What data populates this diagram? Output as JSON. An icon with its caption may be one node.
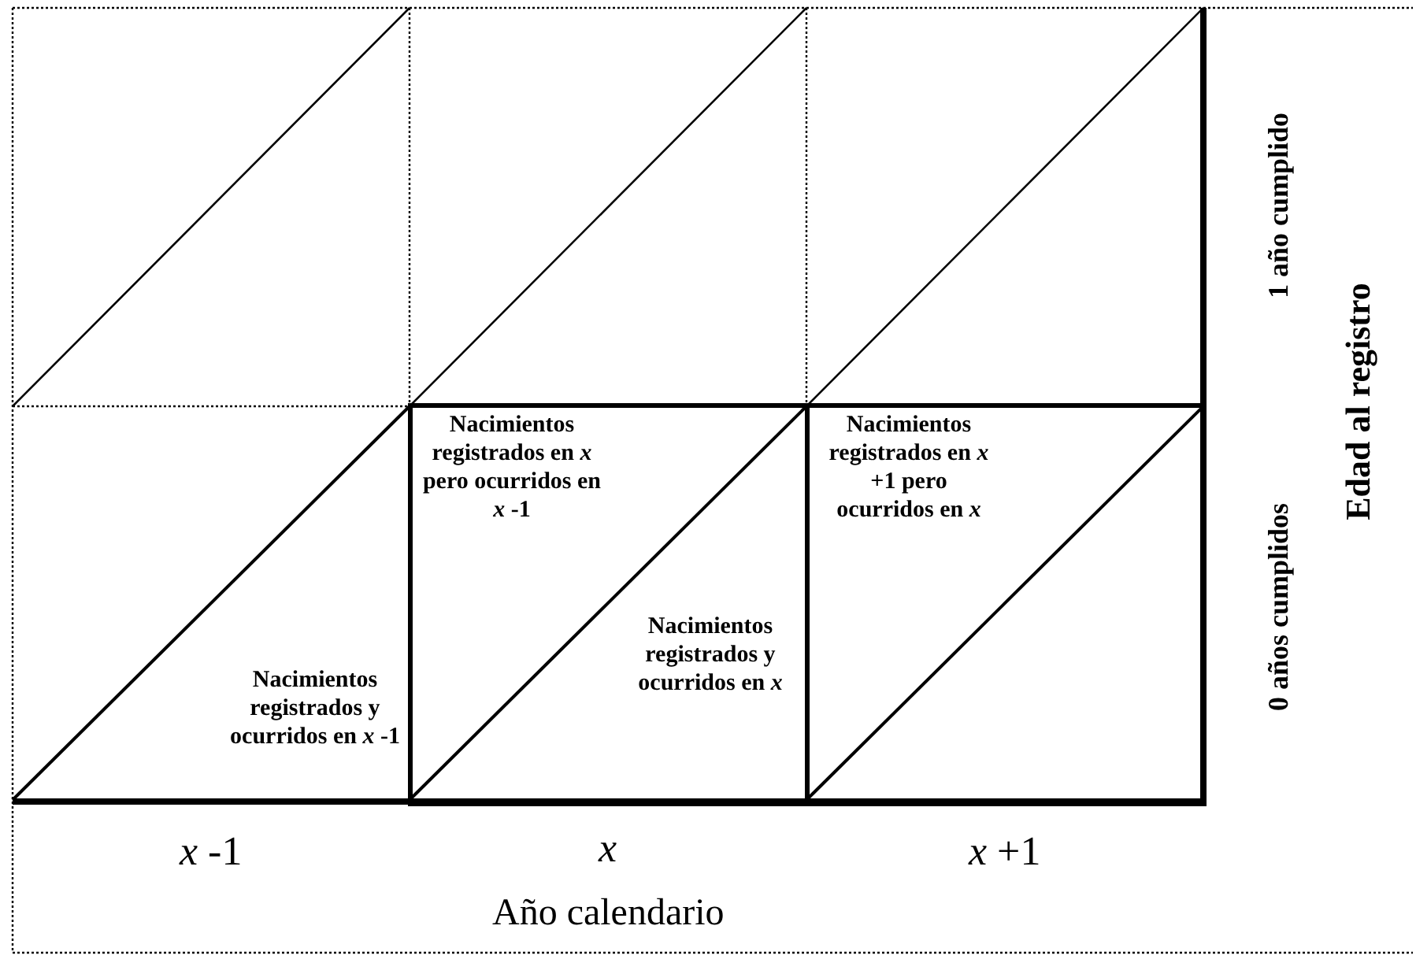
{
  "diagram": {
    "nodes": [
      {
        "text": [
          "Nacimientos registrados en *x* pero ocurridos en *x* -1",
          "Nacimientos registrados y ocurridos en *x*"
        ]
      },
      {
        "text": [
          "Nacimientos registrados en *x* +1 pero ocurridos en *x*"
        ]
      }
    ],
    "labels": [
      "1 año cumplido",
      "Edad al registro",
      "0 años cumplidos",
      "Nacimientos registrados y ocurridos en *x* -1",
      "*x* -1",
      "*x*",
      "*x* +1",
      "Año calendario"
    ]
  }
}
